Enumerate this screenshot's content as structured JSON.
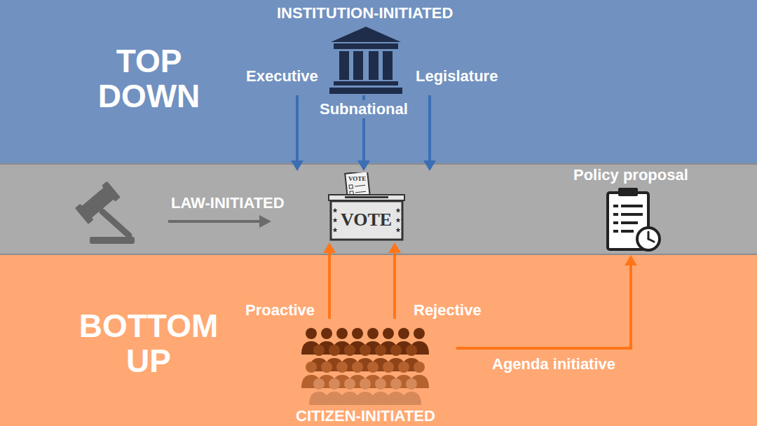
{
  "diagram": {
    "nodes": [
      {
        "text": [
          "TOP DOWN"
        ]
      },
      {
        "text": [
          "INSTITUTION-INITIATED"
        ],
        "in": 0
      },
      {
        "text": [
          "VOTE"
        ]
      },
      {
        "text": [
          "Policy proposal"
        ]
      },
      {
        "text": [
          "BOTTOM UP"
        ]
      },
      {
        "text": [
          "CITIZEN-INITIATED"
        ],
        "in": 4
      }
    ],
    "edges": [
      {
        "from": 1,
        "to": 2,
        "arrow": "to",
        "label": "Executive"
      },
      {
        "from": 1,
        "to": 2,
        "arrow": "to",
        "label": "Subnational"
      },
      {
        "from": 1,
        "to": 2,
        "arrow": "to",
        "label": "Legislature"
      },
      {
        "from": 5,
        "to": 2,
        "arrow": "to",
        "label": "Proactive"
      },
      {
        "from": 5,
        "to": 2,
        "arrow": "to",
        "label": "Rejective"
      },
      {
        "from": 5,
        "to": 3,
        "arrow": "to",
        "label": "Agenda initiative"
      }
    ],
    "labels": [
      "LAW-INITIATED",
      "VOTE"
    ]
  }
}
